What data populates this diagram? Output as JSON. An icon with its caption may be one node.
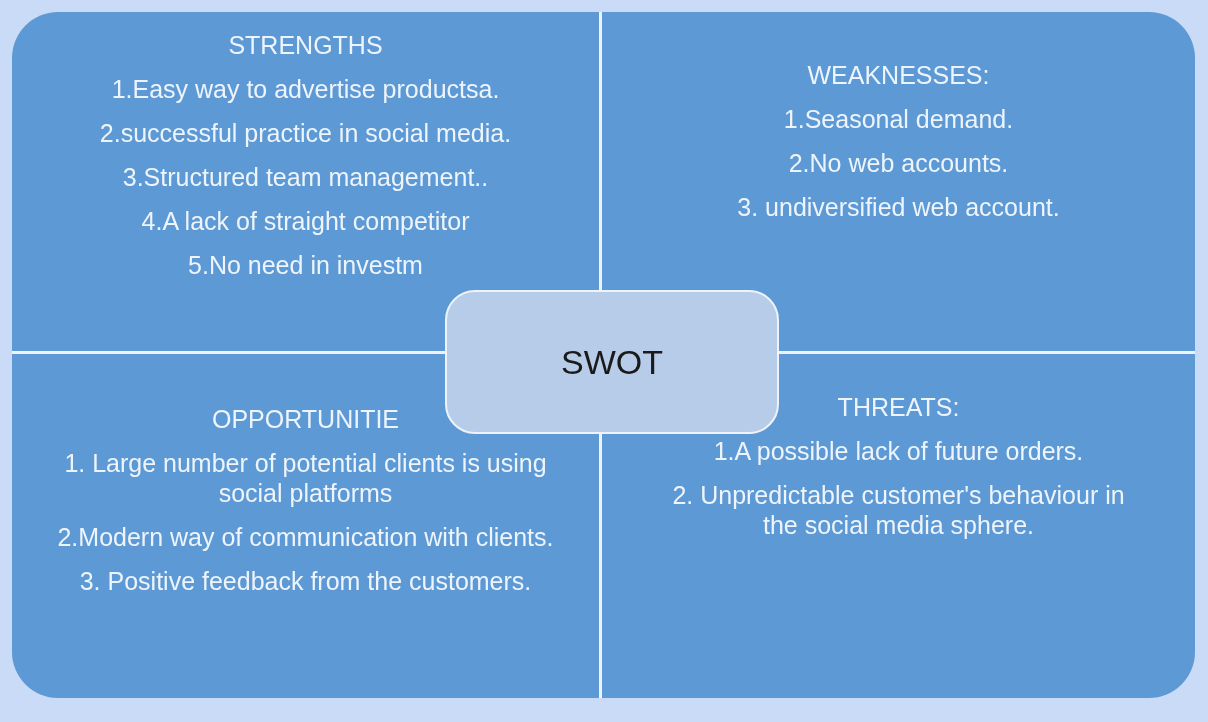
{
  "diagram": {
    "nodes": [
      {
        "text": [
          "STRENGTHS",
          "1.Easy way to advertise productsa.",
          "2.successful practice in social media.",
          "3.Structured team management..",
          "4.A lack of straight competitor",
          "5.No need in investm"
        ]
      },
      {
        "text": [
          "WEAKNESSES:",
          "1.Seasonal demand.",
          "2.No web accounts.",
          "3. undiversified web account."
        ]
      },
      {
        "text": [
          "OPPORTUNITIE",
          "1. Large number of potential clients is using social platforms",
          "2.Modern way of communication with clients.",
          "3. Positive feedback from the customers."
        ]
      },
      {
        "text": [
          "THREATS:",
          "1.A possible lack of future orders.",
          "2. Unpredictable customer's behaviour in the social media sphere."
        ]
      },
      {
        "text": [
          "SWOT"
        ]
      }
    ],
    "edges": []
  }
}
